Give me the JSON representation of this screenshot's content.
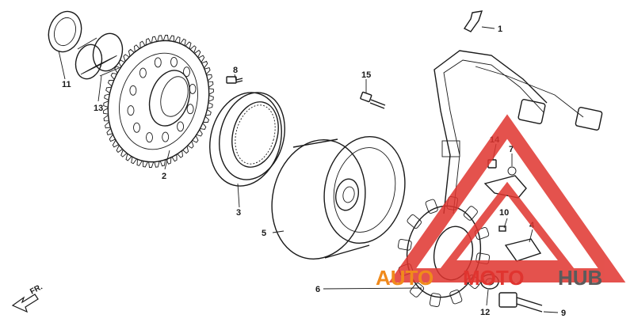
{
  "diagram": {
    "callouts": [
      {
        "id": "c1",
        "label": "1"
      },
      {
        "id": "c2",
        "label": "2"
      },
      {
        "id": "c3",
        "label": "3"
      },
      {
        "id": "c4",
        "label": "4"
      },
      {
        "id": "c5",
        "label": "5"
      },
      {
        "id": "c6",
        "label": "6"
      },
      {
        "id": "c7",
        "label": "7"
      },
      {
        "id": "c8",
        "label": "8"
      },
      {
        "id": "c9",
        "label": "9"
      },
      {
        "id": "c10",
        "label": "10"
      },
      {
        "id": "c11",
        "label": "11"
      },
      {
        "id": "c12",
        "label": "12"
      },
      {
        "id": "c13",
        "label": "13"
      },
      {
        "id": "c14",
        "label": "14"
      },
      {
        "id": "c15",
        "label": "15"
      }
    ],
    "direction_label": "FR."
  },
  "watermark": {
    "part1": "AUTO",
    "part2": "MOTO",
    "part3": "HUB",
    "colors": {
      "red": "#e0342f",
      "orange": "#f08a1c",
      "gray": "#5b5b5b"
    }
  }
}
